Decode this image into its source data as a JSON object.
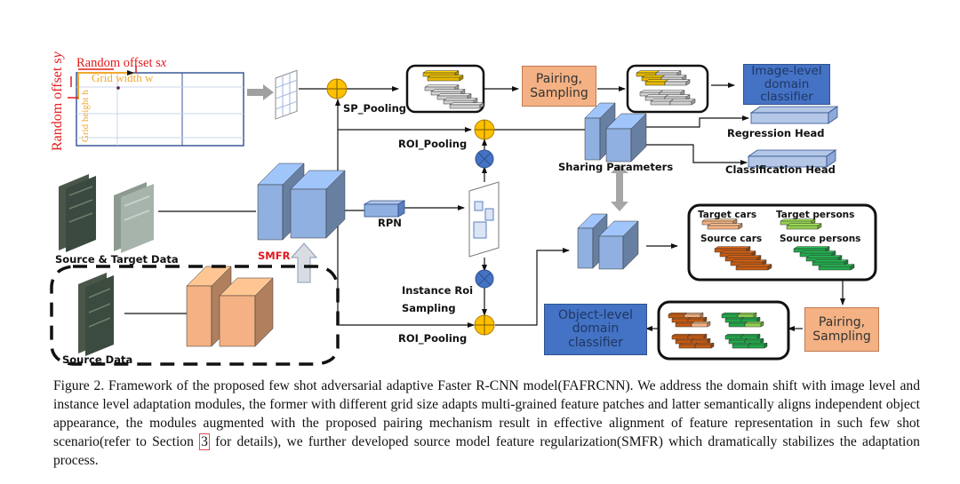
{
  "figure": {
    "grid_panel": {
      "random_offset_x": "Random offset s",
      "random_offset_x_sub": "x",
      "random_offset_y": "Random offset s",
      "random_offset_y_sub": "y",
      "grid_width": "Grid width w",
      "grid_height": "Grid height h"
    },
    "labels": {
      "sp_pooling": "SP_Pooling",
      "roi_pooling_top": "ROI_Pooling",
      "roi_pooling_bottom": "ROI_Pooling",
      "rpn": "RPN",
      "instance_roi_sampling_1": "Instance Roi",
      "instance_roi_sampling_2": "Sampling",
      "sharing_parameters": "Sharing Parameters",
      "regression_head": "Regression Head",
      "classification_head": "Classification Head",
      "source_target_data": "Source & Target Data",
      "source_data": "Source Data",
      "smfr": "SMFR",
      "target_cars": "Target cars",
      "target_persons": "Target persons",
      "source_cars": "Source cars",
      "source_persons": "Source persons"
    },
    "boxes": {
      "pairing_top_1": "Pairing,",
      "pairing_top_2": "Sampling",
      "pairing_bottom_1": "Pairing,",
      "pairing_bottom_2": "Sampling",
      "image_level_1": "Image-level",
      "image_level_2": "domain",
      "image_level_3": "classifier",
      "object_level_1": "Object-level",
      "object_level_2": "domain",
      "object_level_3": "classifier"
    },
    "colors": {
      "cnn_blue": "#8fb0e0",
      "cnn_blue_dark": "#5b7fc0",
      "classifier_blue": "#4472c4",
      "peach": "#f4b183",
      "yellow_op": "#ffc000",
      "blue_op": "#4472c4",
      "smfr_red": "#e31a1c",
      "source_car_brown": "#c55a11",
      "target_car_peach": "#f4b183",
      "source_person_green": "#21a84a",
      "target_person_green": "#92d050",
      "gold_feature": "#e6b800",
      "gray_feature": "#d0d0d0"
    }
  },
  "caption": {
    "prefix": "Figure 2. Framework of the proposed few shot adversarial adaptive Faster R-CNN model(FAFRCNN). We address the domain shift with image level and instance level adaptation modules, the former with different grid size adapts multi-grained feature patches and latter semantically aligns independent object appearance, the modules augmented with the proposed pairing mechanism result in effective alignment of feature representation in such few shot scenario(refer to Section ",
    "section_ref": "3",
    "suffix": " for details), we further developed source model feature regularization(SMFR) which dramatically stabilizes the adaptation process."
  }
}
